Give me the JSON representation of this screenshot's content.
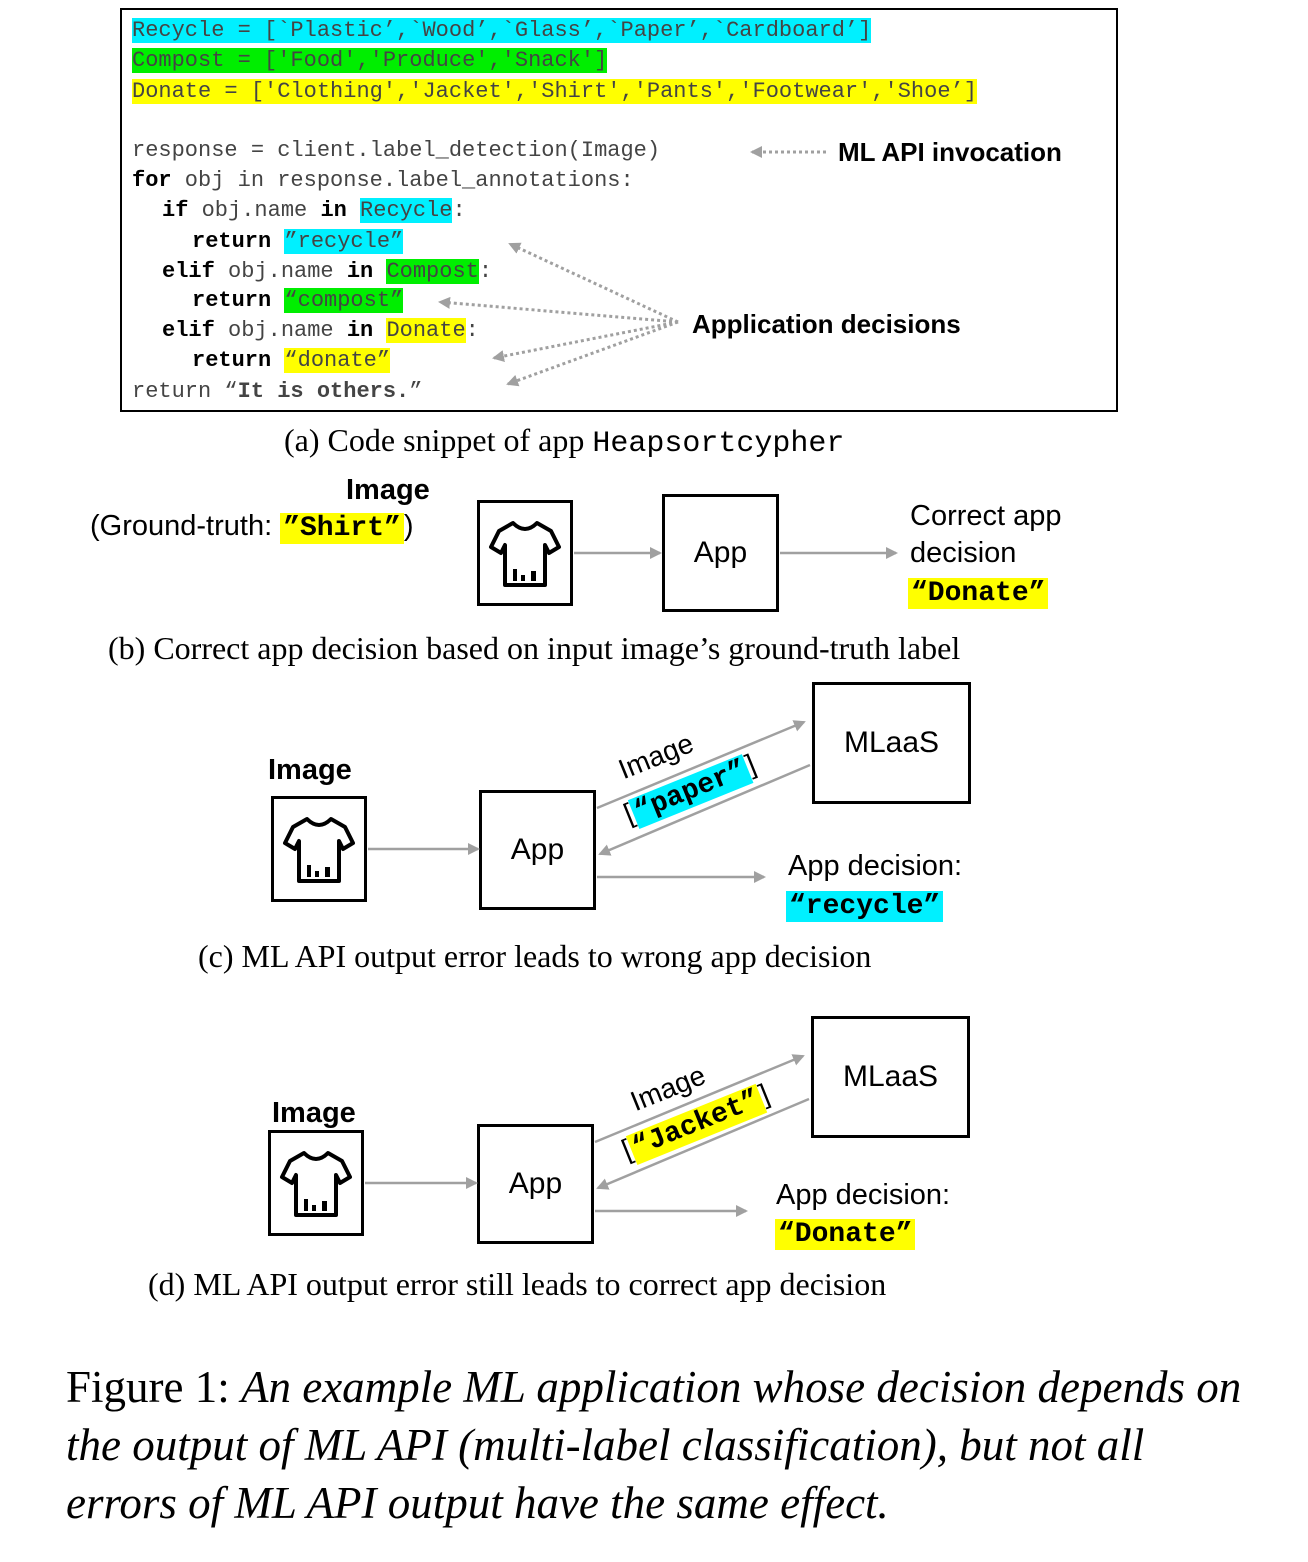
{
  "code": {
    "line1": {
      "var": "Recycle = ",
      "list": "[`Plastic’,`Wood’,`Glass’,`Paper’,`Cardboard’]"
    },
    "line2": {
      "var": "Compost = ",
      "list": "['Food','Produce','Snack']"
    },
    "line3": {
      "var": "Donate = ",
      "list": "['Clothing','Jacket','Shirt','Pants','Footwear','Shoe’]"
    },
    "line4": "response = client.label_detection(Image)",
    "line5_kw": "for",
    "line5_rest": " obj in response.label_annotations:",
    "line6_kw1": "if",
    "line6_mid": " obj.name ",
    "line6_kw2": "in",
    "line6_hl": "Recycle",
    "line6_end": ":",
    "line7_kw": "return",
    "line7_hl": "”recycle”",
    "line8_kw1": "elif",
    "line8_mid": " obj.name ",
    "line8_kw2": "in",
    "line8_hl": "Compost",
    "line8_end": ":",
    "line9_kw": "return",
    "line9_hl": "“compost”",
    "line10_kw1": "elif",
    "line10_mid": " obj.name ",
    "line10_kw2": "in",
    "line10_hl": "Donate",
    "line10_end": ":",
    "line11_kw": "return",
    "line11_hl": "“donate”",
    "line12_pre": "return “",
    "line12_bold": "It is others.",
    "line12_post": "”"
  },
  "callouts": {
    "api": "ML API invocation",
    "decisions": "Application decisions"
  },
  "captions": {
    "a_text": "(a) Code snippet of app ",
    "a_app": "Heapsortcypher",
    "b": "(b) Correct app decision based on input image’s ground-truth label",
    "c": "(c) ML API output error leads to wrong app decision",
    "d": "(d) ML API output error still leads to correct app decision"
  },
  "panel_b": {
    "image_label": "Image",
    "gt_pre": "(Ground-truth: ",
    "gt_value": "”Shirt”",
    "gt_post": ")",
    "app": "App",
    "decision_line1": "Correct app",
    "decision_line2": "decision",
    "decision_value": "“Donate”"
  },
  "panel_c": {
    "image_label": "Image",
    "app": "App",
    "mlaas": "MLaaS",
    "edge_image": "Image",
    "out_open": "[",
    "out_value": "“paper”",
    "out_close": "]",
    "decision_label": "App decision:",
    "decision_value": "“recycle”"
  },
  "panel_d": {
    "image_label": "Image",
    "app": "App",
    "mlaas": "MLaaS",
    "edge_image": "Image",
    "out_open": "[",
    "out_value": "“Jacket”",
    "out_close": "]",
    "decision_label": "App decision:",
    "decision_value": "“Donate”"
  },
  "figure_caption": {
    "prefix": "Figure 1: ",
    "text": "An example ML application whose decision depends on the output of ML API (multi-label classification), but not all errors of ML API output have the same effect."
  },
  "colors": {
    "cyan": "#00f0ff",
    "green": "#00ee00",
    "yellow": "#ffff00",
    "arrow": "#a0a0a0"
  },
  "icons": [
    "shirt-icon"
  ]
}
